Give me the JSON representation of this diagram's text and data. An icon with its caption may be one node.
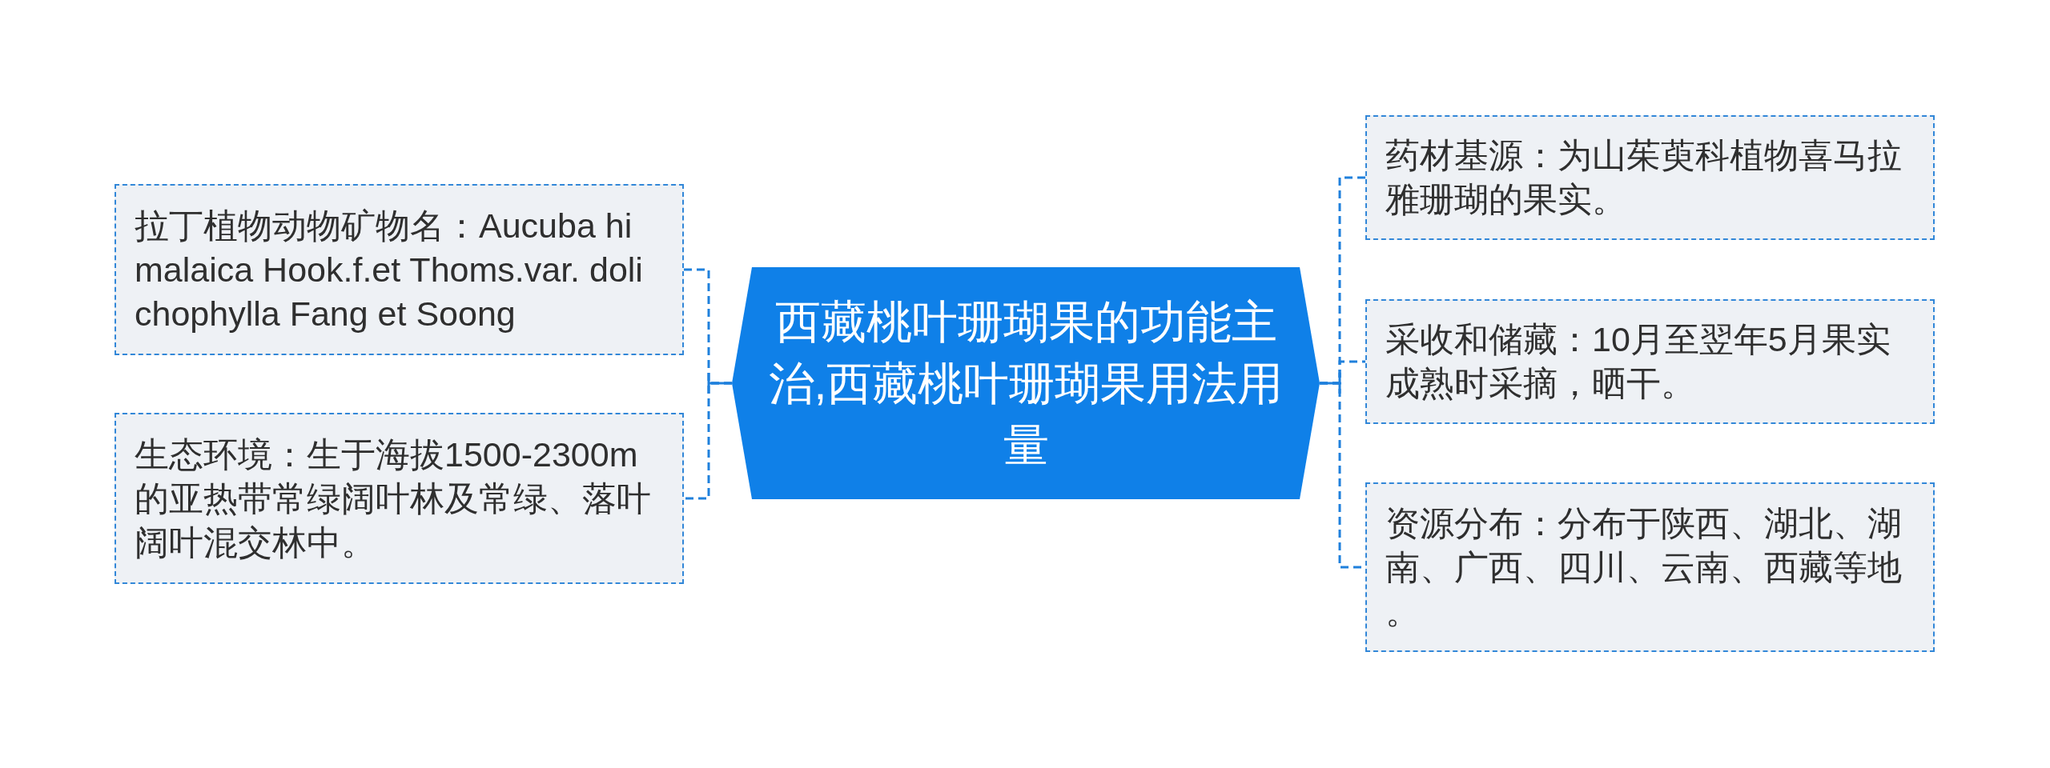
{
  "diagram": {
    "nodes": [
      {
        "text": [
          "西藏桃叶珊瑚果的功能主治,西藏桃叶珊瑚果用法用量"
        ]
      },
      {
        "text": [
          "拉丁植物动物矿物名：Aucuba himalaica Hook.f.et Thoms.var. dolichophylla Fang et Soong"
        ]
      },
      {
        "text": [
          "生态环境：生于海拔1500-2300m的亚热带常绿阔叶林及常绿、落叶阔叶混交林中。"
        ]
      },
      {
        "text": [
          "药材基源：为山茱萸科植物喜马拉雅珊瑚的果实。"
        ]
      },
      {
        "text": [
          "采收和储藏：10月至翌年5月果实成熟时采摘，晒干。"
        ]
      },
      {
        "text": [
          "资源分布：分布于陕西、湖北、湖南、广西、四川、云南、西藏等地。"
        ]
      }
    ],
    "edges": [
      {
        "from": 0,
        "to": 1,
        "arrow": "none",
        "style": "dashed"
      },
      {
        "from": 0,
        "to": 2,
        "arrow": "none",
        "style": "dashed"
      },
      {
        "from": 0,
        "to": 3,
        "arrow": "none",
        "style": "dashed"
      },
      {
        "from": 0,
        "to": 4,
        "arrow": "none",
        "style": "dashed"
      },
      {
        "from": 0,
        "to": 5,
        "arrow": "none",
        "style": "dashed"
      }
    ]
  }
}
